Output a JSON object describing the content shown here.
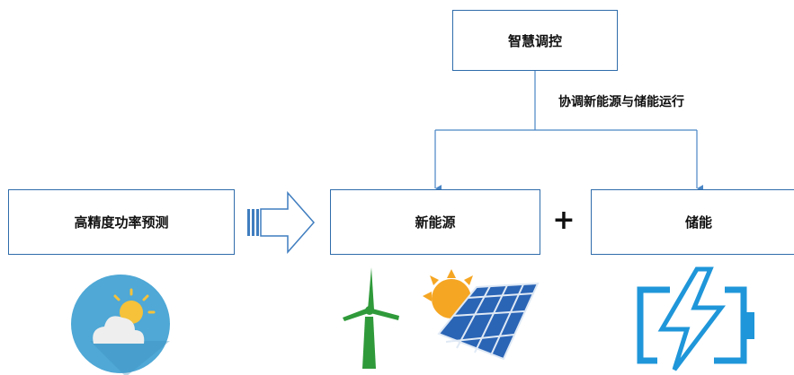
{
  "nodes": {
    "control": "智慧调控",
    "forecast": "高精度功率预测",
    "new_energy": "新能源",
    "storage": "储能"
  },
  "edge_label": "协调新能源与储能运行",
  "plus_sign": "+",
  "icons": [
    "weather-cloud-sun-icon",
    "wind-turbine-icon",
    "solar-panel-icon",
    "battery-lightning-icon"
  ],
  "colors": {
    "border": "#2f6cab",
    "arrow": "#4a86c5",
    "weather_circle": "#4fa8d6",
    "wind_turbine": "#2f9a3a",
    "sun": "#f5a623",
    "battery": "#1f96d9"
  }
}
